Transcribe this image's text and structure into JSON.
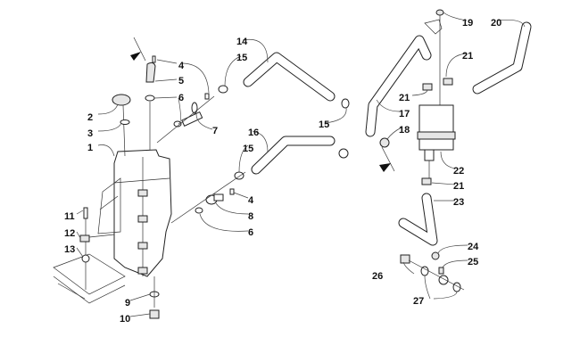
{
  "diagram": {
    "callouts": {
      "c1": "1",
      "c2": "2",
      "c3": "3",
      "c4a": "4",
      "c5": "5",
      "c6a": "6",
      "c7": "7",
      "c14": "14",
      "c15a": "15",
      "c15b": "15",
      "c16": "16",
      "c15c": "15",
      "c4b": "4",
      "c8": "8",
      "c6b": "6",
      "c11": "11",
      "c12": "12",
      "c13": "13",
      "c9": "9",
      "c10": "10",
      "c19": "19",
      "c20": "20",
      "c21a": "21",
      "c21b": "21",
      "c17": "17",
      "c18": "18",
      "c22": "22",
      "c21c": "21",
      "c23": "23",
      "c24": "24",
      "c25": "25",
      "c26": "26",
      "c27": "27"
    }
  }
}
